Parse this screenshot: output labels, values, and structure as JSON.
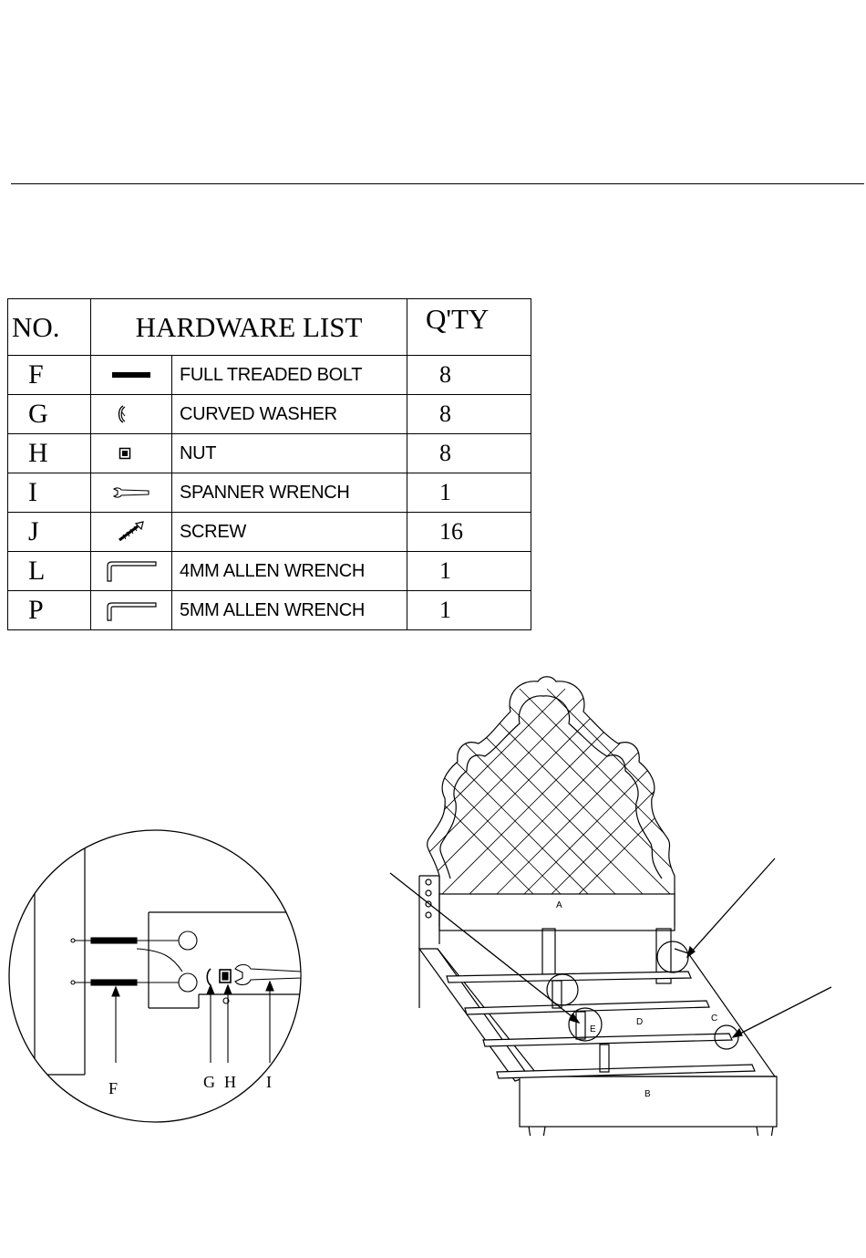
{
  "table": {
    "header": {
      "no": "NO.",
      "list": "HARDWARE LIST",
      "qty": "Q'TY"
    },
    "rows": [
      {
        "no": "F",
        "name": "FULL TREADED BOLT",
        "qty": "8",
        "icon": "bolt-icon"
      },
      {
        "no": "G",
        "name": "CURVED WASHER",
        "qty": "8",
        "icon": "curved-washer-icon"
      },
      {
        "no": "H",
        "name": "NUT",
        "qty": "8",
        "icon": "nut-icon"
      },
      {
        "no": "I",
        "name": "SPANNER WRENCH",
        "qty": "1",
        "icon": "spanner-wrench-icon"
      },
      {
        "no": "J",
        "name": "SCREW",
        "qty": "16",
        "icon": "screw-icon"
      },
      {
        "no": "L",
        "name": "4MM ALLEN WRENCH",
        "qty": "1",
        "icon": "allen-wrench-icon"
      },
      {
        "no": "P",
        "name": "5MM ALLEN WRENCH",
        "qty": "1",
        "icon": "allen-wrench-icon"
      }
    ]
  },
  "detail_labels": {
    "f": "F",
    "g": "G",
    "h": "H",
    "i": "I"
  },
  "bed_labels": {
    "a": "A",
    "b": "B",
    "c": "C",
    "d": "D",
    "e": "E"
  }
}
